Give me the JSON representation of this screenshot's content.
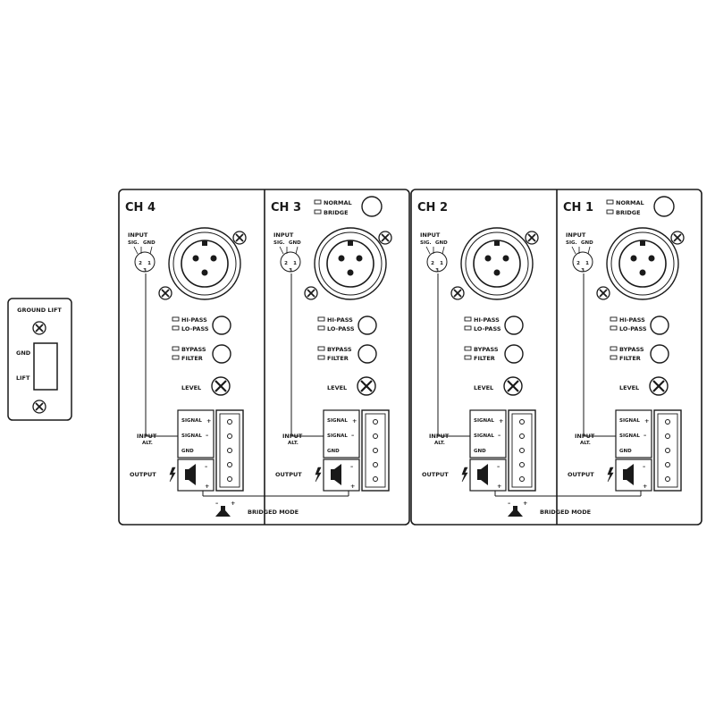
{
  "ground_lift": {
    "title": "GROUND LIFT",
    "gnd_label": "GND",
    "lift_label": "LIFT"
  },
  "channels": [
    {
      "name": "CH 4",
      "has_bridge_switch": false
    },
    {
      "name": "CH 3",
      "has_bridge_switch": true
    },
    {
      "name": "CH 2",
      "has_bridge_switch": false
    },
    {
      "name": "CH 1",
      "has_bridge_switch": true
    }
  ],
  "labels": {
    "normal": "NORMAL",
    "bridge": "BRIDGE",
    "input": "INPUT",
    "sig": "SIG.",
    "gnd": "GND",
    "pin1": "1",
    "pin2": "2",
    "pin3": "3",
    "hi_pass": "HI-PASS",
    "lo_pass": "LO-PASS",
    "bypass": "BYPASS",
    "filter": "FILTER",
    "level": "LEVEL",
    "input_alt_1": "INPUT",
    "input_alt_2": "ALT.",
    "signal_plus": "SIGNAL",
    "signal_minus": "SIGNAL",
    "terminal_gnd": "GND",
    "output": "OUTPUT",
    "minus": "–",
    "plus": "+",
    "bridged_mode": "BRIDGED MODE"
  },
  "colors": {
    "ink": "#1a1a1a",
    "panel": "#ffffff"
  }
}
